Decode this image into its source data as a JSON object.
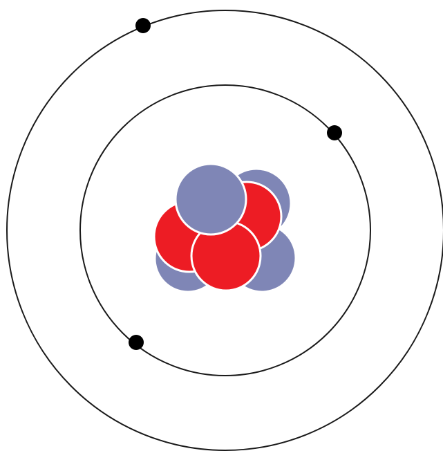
{
  "diagram": {
    "subject": "atom",
    "orbit_color": "#1a1a1a",
    "electron_color": "#000000",
    "proton_color": "#ed1c24",
    "neutron_color": "#7f86b6",
    "orbits": [
      {
        "name": "inner-orbit",
        "electron_count": 2
      },
      {
        "name": "outer-orbit",
        "electron_count": 1
      }
    ],
    "nucleus": {
      "proton_count": 3,
      "neutron_count": 4
    }
  }
}
